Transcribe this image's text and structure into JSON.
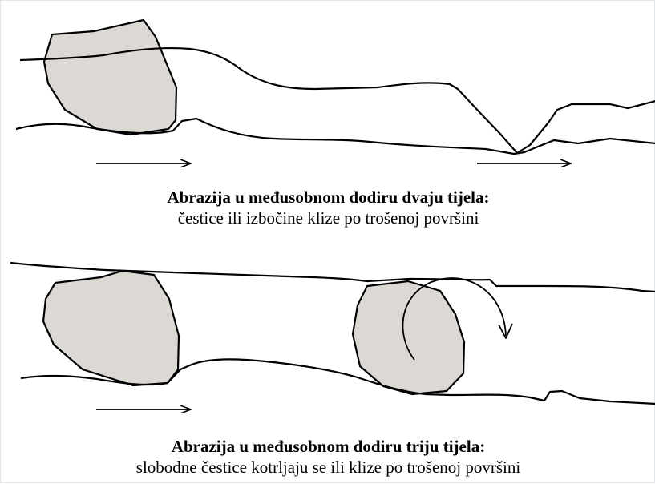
{
  "colors": {
    "particle_fill": "#dcd8d4",
    "line": "#000000",
    "background": "#ffffff",
    "frame_border": "#e3e7ec"
  },
  "panels": [
    {
      "id": "two-body",
      "title": "Abrazija u međusobnom dodiru dvaju tijela:",
      "subtitle": "čestice ili izbočine klize po trošenoj površini"
    },
    {
      "id": "three-body",
      "title": "Abrazija u međusobnom dodiru triju tijela:",
      "subtitle": "slobodne čestice kotrljaju se ili klize po trošenoj površini"
    }
  ]
}
